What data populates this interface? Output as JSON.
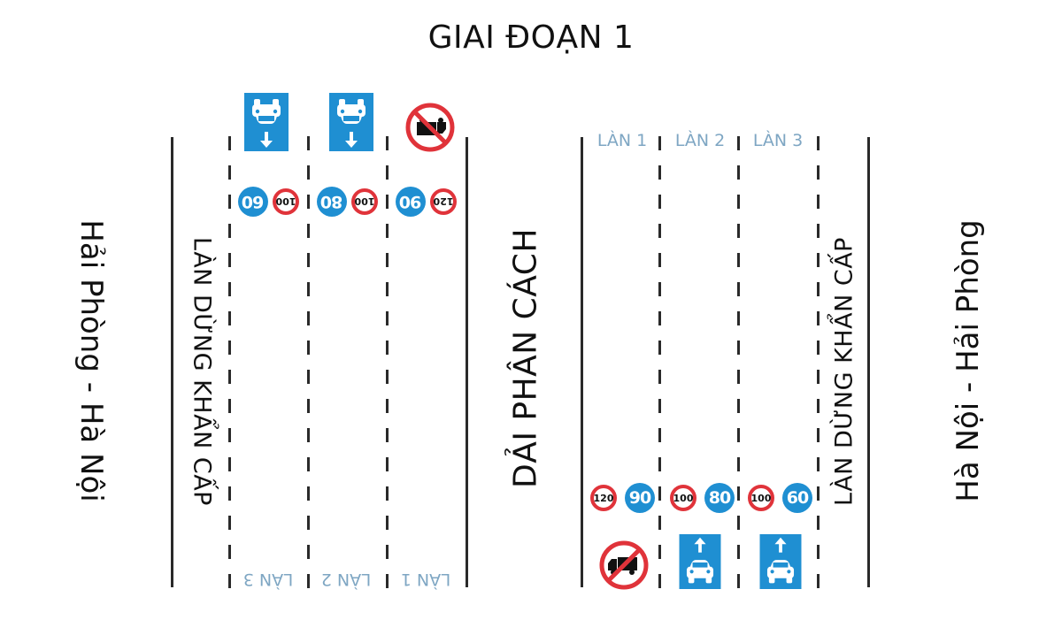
{
  "title": "GIAI ĐOẠN 1",
  "colors": {
    "lane_label": "#7ea6c3",
    "sign_blue": "#1f8fd2",
    "sign_red": "#e0333a",
    "line": "#2a2a2a"
  },
  "left_carriageway": {
    "direction_label": "Hải Phòng - Hà Nội",
    "shoulder_label": "LÀN DỪNG KHẨN CẤP",
    "lanes": [
      {
        "label": "LÀN 3",
        "min_speed": "60",
        "max_speed": "100",
        "sign": "car-lane-icon"
      },
      {
        "label": "LÀN 2",
        "min_speed": "80",
        "max_speed": "100",
        "sign": "car-lane-icon"
      },
      {
        "label": "LÀN 1",
        "min_speed": "90",
        "max_speed": "120",
        "sign": "no-truck-icon"
      }
    ]
  },
  "median_label": "DẢI PHÂN CÁCH",
  "right_carriageway": {
    "direction_label": "Hà Nội - Hải Phòng",
    "shoulder_label": "LÀN DỪNG KHẨN CẤP",
    "lanes": [
      {
        "label": "LÀN 1",
        "min_speed": "90",
        "max_speed": "120",
        "sign": "no-truck-icon"
      },
      {
        "label": "LÀN 2",
        "min_speed": "80",
        "max_speed": "100",
        "sign": "car-lane-icon"
      },
      {
        "label": "LÀN 3",
        "min_speed": "60",
        "max_speed": "100",
        "sign": "car-lane-icon"
      }
    ]
  }
}
